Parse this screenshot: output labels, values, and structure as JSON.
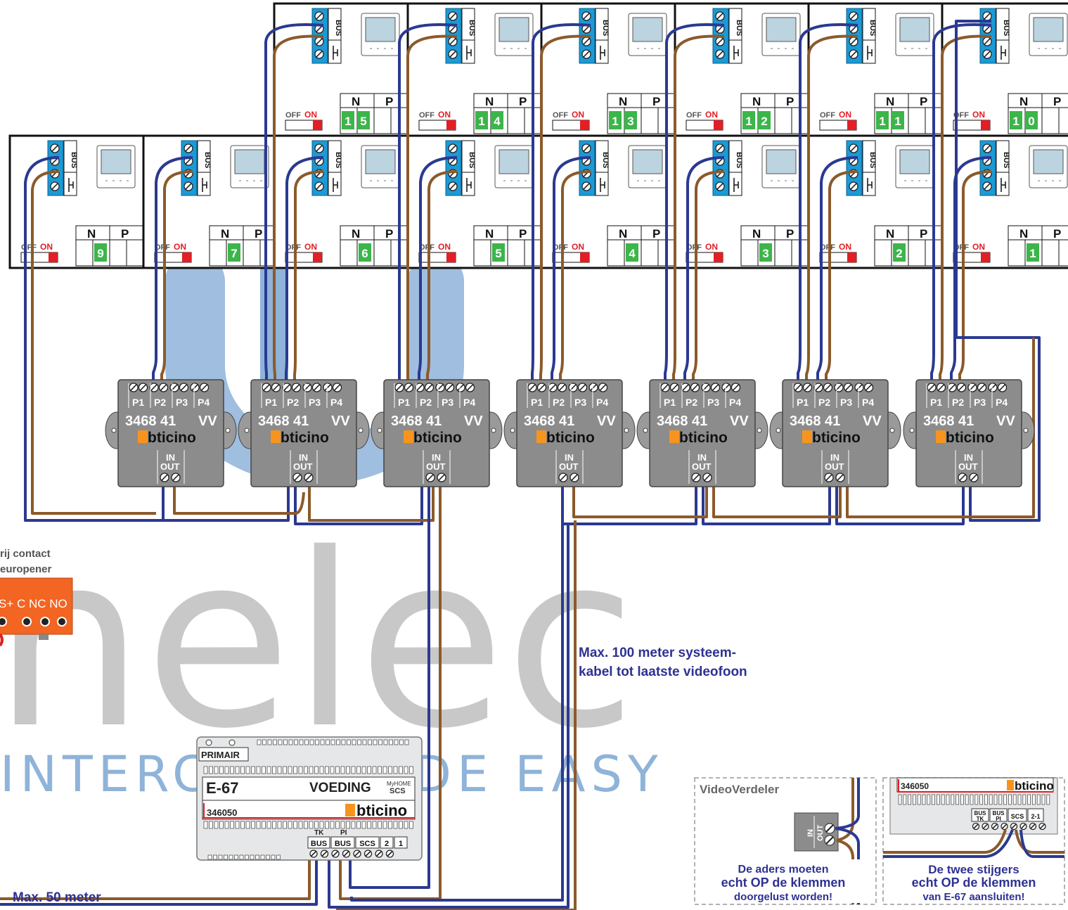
{
  "watermark": {
    "logo_text": "nelec",
    "tagline": "INTERCOM MADE EASY"
  },
  "apartment_units": {
    "bus_label": "BUS",
    "off_label": "OFF",
    "on_label": "ON",
    "n_label": "N",
    "p_label": "P",
    "top_row_numbers": [
      "15",
      "14",
      "13",
      "12",
      "11",
      "10"
    ],
    "bottom_row_numbers": [
      "9",
      "7",
      "6",
      "5",
      "4",
      "3",
      "2",
      "1"
    ]
  },
  "distributors": {
    "ports": [
      "P1",
      "P2",
      "P3",
      "P4"
    ],
    "model": "3468 41",
    "suffix": "VV",
    "brand": "bticino",
    "in_label": "IN",
    "out_label": "OUT",
    "count": 7
  },
  "relay": {
    "line1": "rij contact",
    "line2": "europener",
    "terminals": "S+ C NC NO"
  },
  "power_supply": {
    "primary_label": "PRIMAIR",
    "model": "E-67",
    "name": "VOEDING",
    "scs_brand_top": "MyHOME",
    "scs_brand_bottom": "SCS",
    "part_number": "346050",
    "brand": "bticino",
    "tk_label": "TK",
    "pi_label": "PI",
    "terminals": [
      "BUS",
      "BUS",
      "SCS",
      "2",
      "1"
    ]
  },
  "notes": {
    "max100_line1": "Max. 100 meter systeem-",
    "max100_line2": "kabel tot laatste videofoon",
    "max50": "Max. 50 meter"
  },
  "detail_videoverdeler": {
    "title": "VideoVerdeler",
    "in_label": "IN",
    "out_label": "OUT",
    "line1": "De aders moeten",
    "line2": "echt OP de klemmen",
    "line3": "doorgelust worden!"
  },
  "detail_e67": {
    "part_number": "346050",
    "brand": "bticino",
    "terminals": [
      "BUS TK",
      "BUS PI",
      "SCS",
      "2-1"
    ],
    "line1": "De twee stijgers",
    "line2": "echt OP de klemmen",
    "line3": "van E-67 aansluiten!"
  },
  "colors": {
    "bus_blue": "#2b3990",
    "bus_brown": "#8b5a2b",
    "terminal_blue": "#1b9ad6",
    "number_green": "#3cb54a",
    "switch_red": "#e31e24",
    "brand_orange": "#f7941d",
    "relay_orange": "#f26522",
    "box_grey": "#8c8c8c",
    "watermark_blue": "#8fb3d9",
    "watermark_grey": "#c8c8c8",
    "note_blue": "#2e3192"
  }
}
